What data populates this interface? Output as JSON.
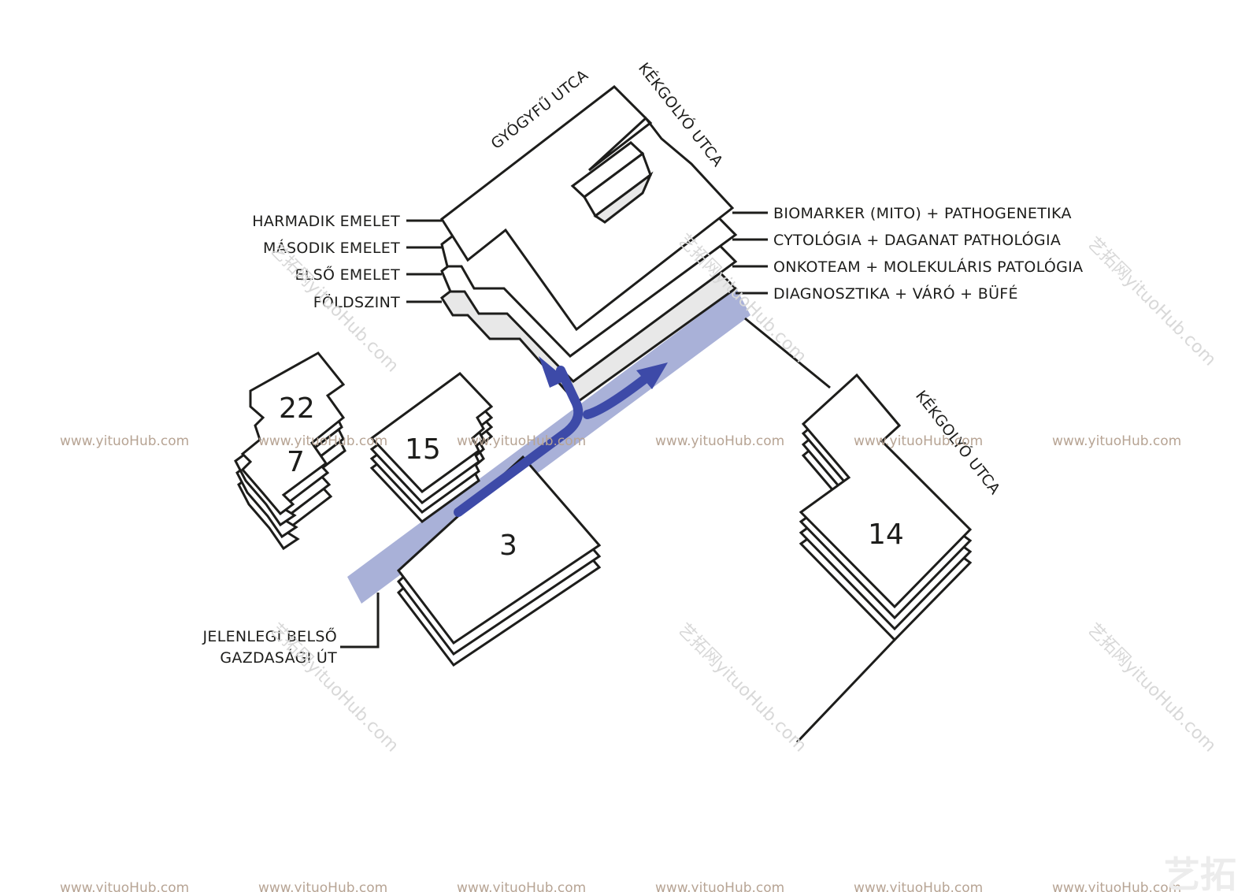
{
  "colors": {
    "line": "#1d1d1b",
    "road": "#9aa3d1",
    "arrow": "#3d4aa8",
    "gray_floor": "#e8e8e8",
    "watermark": "#b7a494"
  },
  "streets": {
    "gyogyfu": "GYÓGYFŰ UTCA",
    "kekgolyo_top": "KÉKGOLYÓ UTCA",
    "kekgolyo_right": "KÉKGOLYÓ UTCA"
  },
  "floor_labels": [
    "HARMADIK EMELET",
    "MÁSODIK EMELET",
    "ELSŐ EMELET",
    "FÖLDSZINT"
  ],
  "function_labels": [
    "BIOMARKER (MITO) + PATHOGENETIKA",
    "CYTOLÓGIA + DAGANAT PATHOLÓGIA",
    "ONKOTEAM + MOLEKULÁRIS PATOLÓGIA",
    "DIAGNOSZTIKA + VÁRÓ + BÜFÉ"
  ],
  "road_label": [
    "JELENLEGI BELSŐ",
    "GAZDASÁGI ÚT"
  ],
  "building_numbers": {
    "b22": "22",
    "b7": "7",
    "b15": "15",
    "b3": "3",
    "b14": "14"
  },
  "watermark": {
    "url": "www.yituoHub.com",
    "diagonal": "艺拓网yituoHub.com",
    "logo": "艺拓"
  }
}
